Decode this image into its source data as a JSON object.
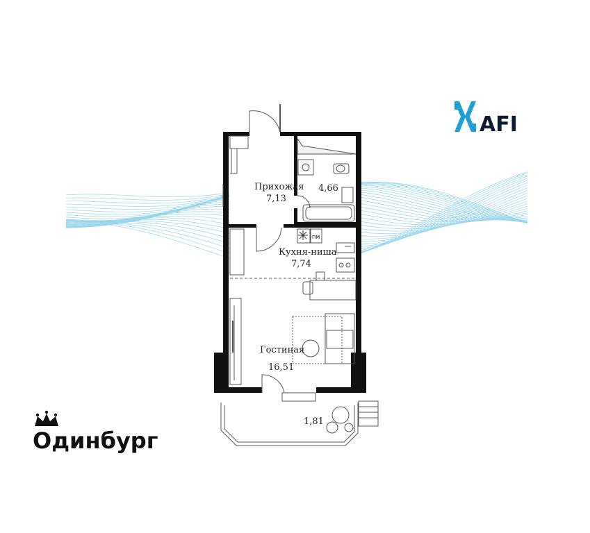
{
  "rooms": {
    "hallway": {
      "name": "Прихожая",
      "area": "7,13"
    },
    "bathroom": {
      "area": "4,66"
    },
    "kitchen": {
      "name": "Кухня-ниша",
      "area": "7,74",
      "appliance_tag": "ПМ"
    },
    "living": {
      "name": "Гостиная",
      "area": "16,51"
    },
    "balcony": {
      "area": "1,81"
    }
  },
  "brand": {
    "logo_text": "AFI",
    "project_name": "Одинбург"
  },
  "colors": {
    "wave": "#45b3dc",
    "wall": "#111111",
    "afi_blue": "#1f9fd6",
    "text": "#222222"
  },
  "icons": [
    "afi-logo-icon",
    "crown-icon"
  ]
}
